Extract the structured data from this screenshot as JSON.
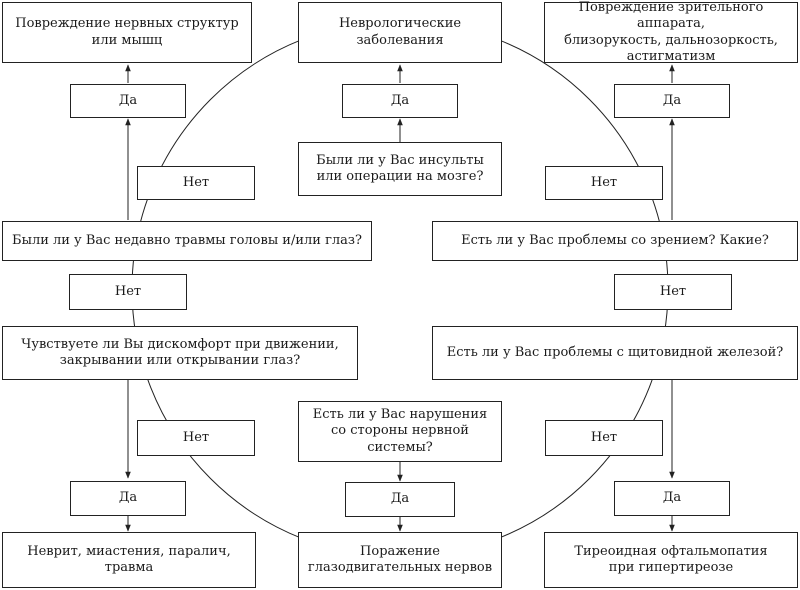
{
  "outcomes": {
    "nerve_muscle_damage": "Повреждение нервных структур\nили мышц",
    "neurological_diseases": "Неврологические\nзаболевания",
    "vision_damage": "Повреждение зрительного аппарата,\nблизорукость, дальнозоркость,\nастигматизм",
    "neuritis": "Неврит, миастения, паралич, травма",
    "oculomotor_nerves": "Поражение\nглазодвигательных нервов",
    "thyroid_ophthalmopathy": "Тиреоидная офтальмопатия\nпри гипертиреозе"
  },
  "questions": {
    "stroke_surgery": "Были ли у Вас инсульты\nили операции на мозге?",
    "head_trauma": "Были ли у Вас недавно травмы головы и/или глаз?",
    "vision_problems": "Есть ли у Вас проблемы со зрением? Какие?",
    "eye_discomfort": "Чувствуете ли Вы дискомфорт при движении,\nзакрывании или открывании глаз?",
    "thyroid_problems": "Есть ли у Вас проблемы с щитовидной железой?",
    "nervous_system": "Есть ли у Вас нарушения\nсо стороны нервной\nсистемы?"
  },
  "answers": {
    "yes": "Да",
    "no": "Нет"
  },
  "colors": {
    "line": "#222222",
    "box_border": "#222222",
    "background": "#ffffff"
  }
}
